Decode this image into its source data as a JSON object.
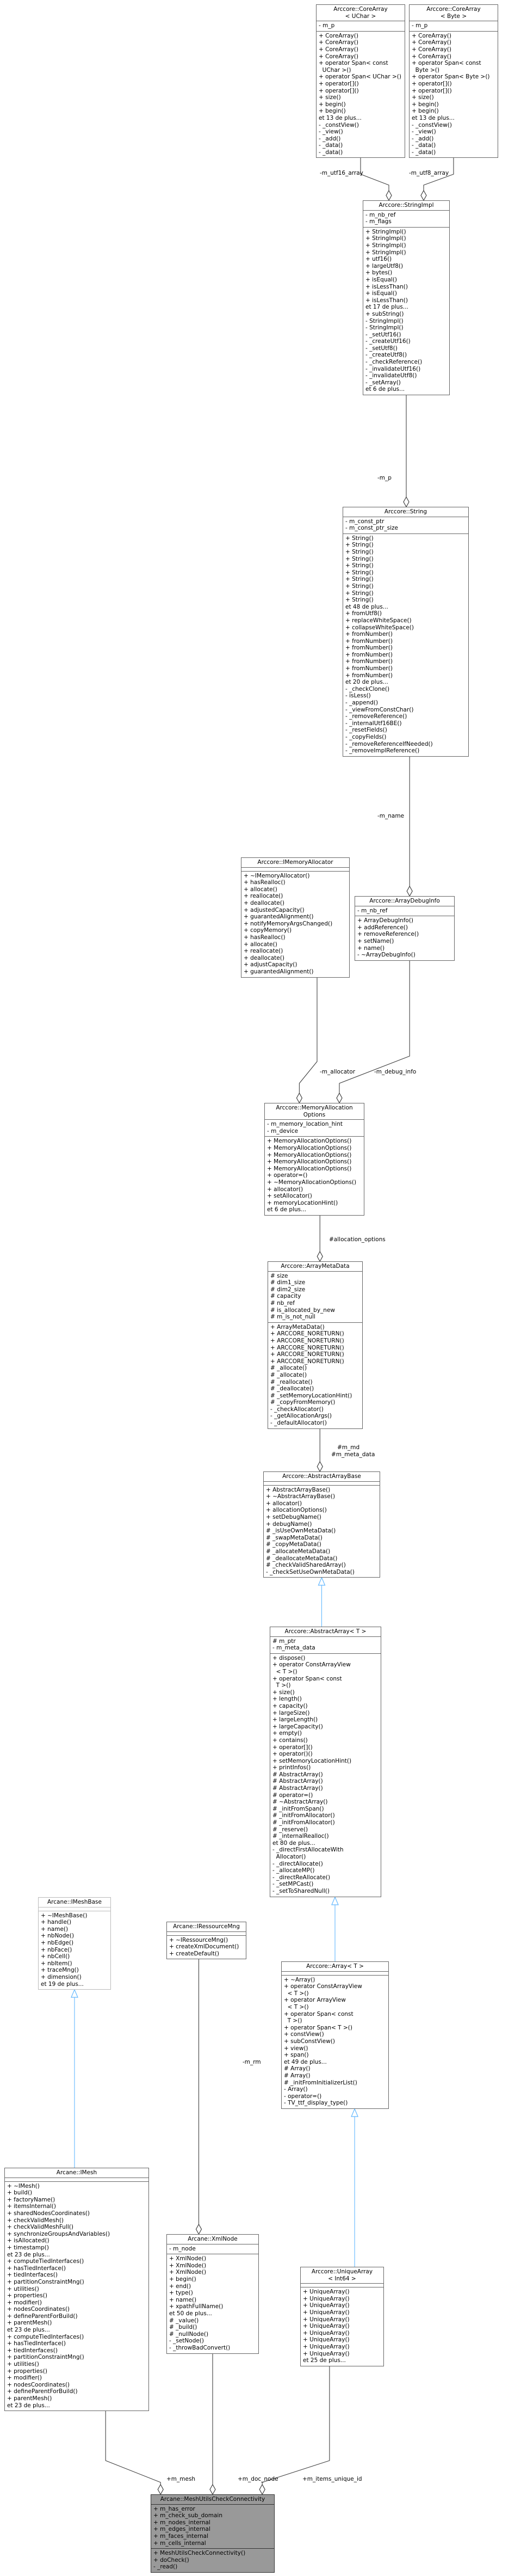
{
  "classes": {
    "corearray_uchar": {
      "name_lines": [
        "Arccore::CoreArray",
        "< UChar >"
      ],
      "attributes": [
        "- m_p"
      ],
      "operations": [
        "+ CoreArray()",
        "+ CoreArray()",
        "+ CoreArray()",
        "+ CoreArray()",
        "+ operator Span< const",
        "  UChar >()",
        "+ operator Span< UChar >()",
        "+ operator[]()",
        "+ operator[]()",
        "+ size()",
        "+ begin()",
        "+ begin()",
        "et 13 de plus...",
        "- _constView()",
        "- _view()",
        "- _add()",
        "- _data()",
        "- _data()"
      ]
    },
    "corearray_byte": {
      "name_lines": [
        "Arccore::CoreArray",
        "< Byte >"
      ],
      "attributes": [
        "- m_p"
      ],
      "operations": [
        "+ CoreArray()",
        "+ CoreArray()",
        "+ CoreArray()",
        "+ CoreArray()",
        "+ operator Span< const",
        "  Byte >()",
        "+ operator Span< Byte >()",
        "+ operator[]()",
        "+ operator[]()",
        "+ size()",
        "+ begin()",
        "+ begin()",
        "et 13 de plus...",
        "- _constView()",
        "- _view()",
        "- _add()",
        "- _data()",
        "- _data()"
      ]
    },
    "stringimpl": {
      "name_lines": [
        "Arccore::StringImpl"
      ],
      "attributes": [
        "- m_nb_ref",
        "- m_flags"
      ],
      "operations": [
        "+ StringImpl()",
        "+ StringImpl()",
        "+ StringImpl()",
        "+ StringImpl()",
        "+ utf16()",
        "+ largeUtf8()",
        "+ bytes()",
        "+ isEqual()",
        "+ isLessThan()",
        "+ isEqual()",
        "+ isLessThan()",
        "et 17 de plus...",
        "+ subString()",
        "- StringImpl()",
        "- StringImpl()",
        "- _setUtf16()",
        "- _createUtf16()",
        "- _setUtf8()",
        "- _createUtf8()",
        "- _checkReference()",
        "- _invalidateUtf16()",
        "- _invalidateUtf8()",
        "- _setArray()",
        "et 6 de plus..."
      ]
    },
    "string": {
      "name_lines": [
        "Arccore::String"
      ],
      "attributes": [
        "- m_const_ptr",
        "- m_const_ptr_size"
      ],
      "operations": [
        "+ String()",
        "+ String()",
        "+ String()",
        "+ String()",
        "+ String()",
        "+ String()",
        "+ String()",
        "+ String()",
        "+ String()",
        "+ String()",
        "et 48 de plus...",
        "+ fromUtf8()",
        "+ replaceWhiteSpace()",
        "+ collapseWhiteSpace()",
        "+ fromNumber()",
        "+ fromNumber()",
        "+ fromNumber()",
        "+ fromNumber()",
        "+ fromNumber()",
        "+ fromNumber()",
        "+ fromNumber()",
        "et 20 de plus...",
        "- _checkClone()",
        "- isLess()",
        "- _append()",
        "- _viewFromConstChar()",
        "- _removeReference()",
        "- _internalUtf16BE()",
        "- _resetFields()",
        "- _copyFields()",
        "- _removeReferenceIfNeeded()",
        "- _removeImplReference()"
      ]
    },
    "imemoryallocator": {
      "name_lines": [
        "Arccore::IMemoryAllocator"
      ],
      "attributes": [],
      "operations": [
        "+ ~IMemoryAllocator()",
        "+ hasRealloc()",
        "+ allocate()",
        "+ reallocate()",
        "+ deallocate()",
        "+ adjustedCapacity()",
        "+ guarantedAlignment()",
        "+ notifyMemoryArgsChanged()",
        "+ copyMemory()",
        "+ hasRealloc()",
        "+ allocate()",
        "+ reallocate()",
        "+ deallocate()",
        "+ adjustCapacity()",
        "+ guarantedAlignment()"
      ]
    },
    "arraydebuginfo": {
      "name_lines": [
        "Arccore::ArrayDebugInfo"
      ],
      "attributes": [
        "- m_nb_ref"
      ],
      "operations": [
        "+ ArrayDebugInfo()",
        "+ addReference()",
        "+ removeReference()",
        "+ setName()",
        "+ name()",
        "- ~ArrayDebugInfo()"
      ]
    },
    "memoryallocationoptions": {
      "name_lines": [
        "Arccore::MemoryAllocation",
        "Options"
      ],
      "attributes": [
        "- m_memory_location_hint",
        "- m_device"
      ],
      "operations": [
        "+ MemoryAllocationOptions()",
        "+ MemoryAllocationOptions()",
        "+ MemoryAllocationOptions()",
        "+ MemoryAllocationOptions()",
        "+ MemoryAllocationOptions()",
        "+ operator=()",
        "+ ~MemoryAllocationOptions()",
        "+ allocator()",
        "+ setAllocator()",
        "+ memoryLocationHint()",
        "et 6 de plus..."
      ]
    },
    "arraymetadata": {
      "name_lines": [
        "Arccore::ArrayMetaData"
      ],
      "attributes": [
        "# size",
        "# dim1_size",
        "# dim2_size",
        "# capacity",
        "# nb_ref",
        "# is_allocated_by_new",
        "# m_is_not_null"
      ],
      "operations": [
        "+ ArrayMetaData()",
        "+ ARCCORE_NORETURN()",
        "+ ARCCORE_NORETURN()",
        "+ ARCCORE_NORETURN()",
        "+ ARCCORE_NORETURN()",
        "+ ARCCORE_NORETURN()",
        "# _allocate()",
        "# _allocate()",
        "# _reallocate()",
        "# _deallocate()",
        "# _setMemoryLocationHint()",
        "# _copyFromMemory()",
        "- _checkAllocator()",
        "- _getAllocationArgs()",
        "- _defaultAllocator()"
      ]
    },
    "abstractarraybase": {
      "name_lines": [
        "Arccore::AbstractArrayBase"
      ],
      "attributes": [],
      "operations": [
        "+ AbstractArrayBase()",
        "+ ~AbstractArrayBase()",
        "+ allocator()",
        "+ allocationOptions()",
        "+ setDebugName()",
        "+ debugName()",
        "# _isUseOwnMetaData()",
        "# _swapMetaData()",
        "# _copyMetaData()",
        "# _allocateMetaData()",
        "# _deallocateMetaData()",
        "# _checkValidSharedArray()",
        "- _checkSetUseOwnMetaData()"
      ]
    },
    "abstractarray": {
      "name_lines": [
        "Arccore::AbstractArray< T >"
      ],
      "attributes": [
        "# m_ptr",
        "- m_meta_data"
      ],
      "operations": [
        "+ dispose()",
        "+ operator ConstArrayView",
        "  < T >()",
        "+ operator Span< const",
        "  T >()",
        "+ size()",
        "+ length()",
        "+ capacity()",
        "+ largeSize()",
        "+ largeLength()",
        "+ largeCapacity()",
        "+ empty()",
        "+ contains()",
        "+ operator[]()",
        "+ operator()()",
        "+ setMemoryLocationHint()",
        "+ printInfos()",
        "# AbstractArray()",
        "# AbstractArray()",
        "# AbstractArray()",
        "# operator=()",
        "# ~AbstractArray()",
        "# _initFromSpan()",
        "# _initFromAllocator()",
        "# _initFromAllocator()",
        "# _reserve()",
        "# _internalRealloc()",
        "et 80 de plus...",
        "- _directFirstAllocateWith",
        "  Allocator()",
        "- _directAllocate()",
        "- _allocateMP()",
        "- _directReAllocate()",
        "- _setMPCast()",
        "- _setToSharedNull()"
      ]
    },
    "array": {
      "name_lines": [
        "Arccore::Array< T >"
      ],
      "attributes": [],
      "operations": [
        "+ ~Array()",
        "+ operator ConstArrayView",
        "  < T >()",
        "+ operator ArrayView",
        "  < T >()",
        "+ operator Span< const",
        "  T >()",
        "+ operator Span< T >()",
        "+ constView()",
        "+ subConstView()",
        "+ view()",
        "+ span()",
        "et 49 de plus...",
        "# Array()",
        "# Array()",
        "# _initFromInitializerList()",
        "- Array()",
        "- operator=()",
        "- TV_ttf_display_type()"
      ]
    },
    "imeshbase": {
      "name_lines": [
        "Arcane::IMeshBase"
      ],
      "attributes": [],
      "operations": [
        "+ ~IMeshBase()",
        "+ handle()",
        "+ name()",
        "+ nbNode()",
        "+ nbEdge()",
        "+ nbFace()",
        "+ nbCell()",
        "+ nbItem()",
        "+ traceMng()",
        "+ dimension()",
        "et 19 de plus..."
      ]
    },
    "iressourcemng": {
      "name_lines": [
        "Arcane::IRessourceMng"
      ],
      "attributes": [],
      "operations": [
        "+ ~IRessourceMng()",
        "+ createXmlDocument()",
        "+ createDefault()"
      ]
    },
    "imesh": {
      "name_lines": [
        "Arcane::IMesh"
      ],
      "attributes": [],
      "operations": [
        "+ ~IMesh()",
        "+ build()",
        "+ factoryName()",
        "+ itemsInternal()",
        "+ sharedNodesCoordinates()",
        "+ checkValidMesh()",
        "+ checkValidMeshFull()",
        "+ synchronizeGroupsAndVariables()",
        "+ isAllocated()",
        "+ timestamp()",
        "et 23 de plus...",
        "+ computeTiedInterfaces()",
        "+ hasTiedInterface()",
        "+ tiedInterfaces()",
        "+ partitionConstraintMng()",
        "+ utilities()",
        "+ properties()",
        "+ modifier()",
        "+ nodesCoordinates()",
        "+ defineParentForBuild()",
        "+ parentMesh()",
        "et 23 de plus...",
        "+ computeTiedInterfaces()",
        "+ hasTiedInterface()",
        "+ tiedInterfaces()",
        "+ partitionConstraintMng()",
        "+ utilities()",
        "+ properties()",
        "+ modifier()",
        "+ nodesCoordinates()",
        "+ defineParentForBuild()",
        "+ parentMesh()",
        "et 23 de plus..."
      ]
    },
    "xmlnode": {
      "name_lines": [
        "Arcane::XmlNode"
      ],
      "attributes": [
        "- m_node"
      ],
      "operations": [
        "+ XmlNode()",
        "+ XmlNode()",
        "+ XmlNode()",
        "+ begin()",
        "+ end()",
        "+ type()",
        "+ name()",
        "+ xpathFullName()",
        "et 50 de plus...",
        "# _value()",
        "# _build()",
        "# _nullNode()",
        "- _setNode()",
        "- _throwBadConvert()"
      ]
    },
    "uniquearray": {
      "name_lines": [
        "Arccore::UniqueArray",
        "< Int64 >"
      ],
      "attributes": [],
      "operations": [
        "+ UniqueArray()",
        "+ UniqueArray()",
        "+ UniqueArray()",
        "+ UniqueArray()",
        "+ UniqueArray()",
        "+ UniqueArray()",
        "+ UniqueArray()",
        "+ UniqueArray()",
        "+ UniqueArray()",
        "+ UniqueArray()",
        "et 25 de plus..."
      ]
    },
    "target": {
      "name_lines": [
        "Arcane::MeshUtilsCheckConnectivity"
      ],
      "attributes": [
        "+ m_has_error",
        "+ m_check_sub_domain",
        "+ m_nodes_internal",
        "+ m_edges_internal",
        "+ m_faces_internal",
        "+ m_cells_internal"
      ],
      "operations": [
        "+ MeshUtilsCheckConnectivity()",
        "+ doCheck()",
        "- _read()"
      ]
    }
  },
  "edge_labels": {
    "m_utf16_array": "-m_utf16_array",
    "m_utf8_array": "-m_utf8_array",
    "m_p": "-m_p",
    "m_name": "-m_name",
    "m_allocator": "-m_allocator",
    "m_debug_info": "-m_debug_info",
    "allocation_options": "#allocation_options",
    "md_line1": "#m_md",
    "md_line2": "#m_meta_data",
    "m_mesh": "+m_mesh",
    "m_rm": "-m_rm",
    "m_doc_node": "+m_doc_node",
    "m_items_unique_id": "+m_items_unique_id"
  },
  "colors": {
    "association": "#404040",
    "inheritance": "#63b8ff",
    "box_border": "#666666",
    "faded_border": "#bbbbbb",
    "target_fill": "#999999"
  }
}
